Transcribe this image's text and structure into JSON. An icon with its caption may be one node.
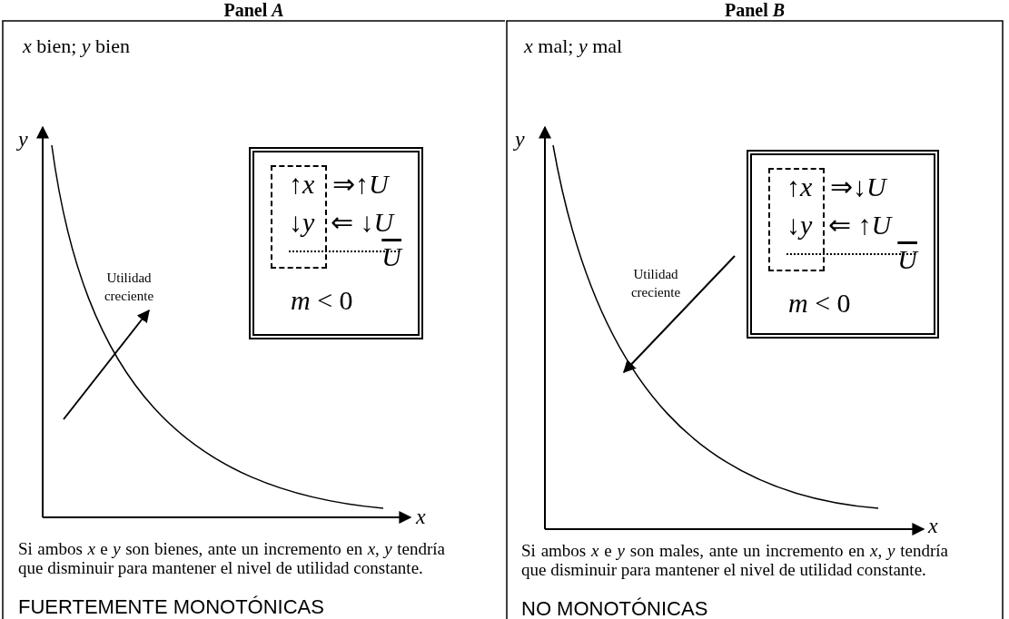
{
  "diagram": {
    "nodes": [
      {
        "text": [
          "Panel *A*",
          "*x* bien; *y* bien",
          "Si ambos *x* e *y* son bienes, ante un incremento en *x*, *y* tendría que disminuir para mantener el nivel de utilidad constante.",
          "FUERTEMENTE MONOTÓNICAS"
        ]
      },
      {
        "text": [
          "↑*x*",
          "⇒↑*U*",
          "↓*y*",
          "⇐ ↓*U*",
          "*U*",
          "*m* < 0"
        ],
        "in": 0
      },
      {
        "text": [
          "Panel *B*",
          "*x* mal; *y* mal",
          "Si ambos *x* e *y* son males, ante un incremento en *x*, *y* tendría que disminuir para mantener el nivel de utilidad constante.",
          "NO MONOTÓNICAS"
        ]
      },
      {
        "text": [
          "↑*x*",
          "⇒↓*U*",
          "↓*y*",
          "⇐ ↑*U*",
          "*U*",
          "*m* < 0"
        ],
        "in": 2
      }
    ],
    "edges": [],
    "labels": [
      "y",
      "Utilidad creciente",
      "x",
      "y",
      "Utilidad creciente",
      "x"
    ]
  }
}
